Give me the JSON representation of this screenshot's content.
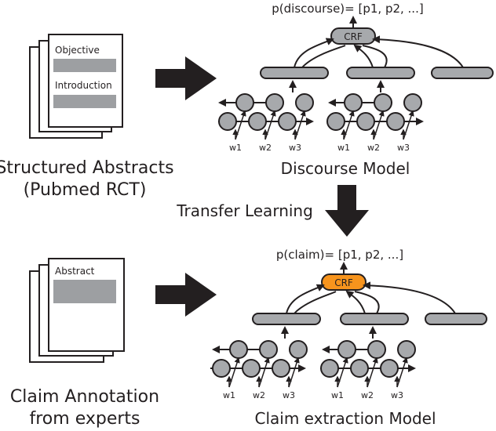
{
  "colors": {
    "ink": "#231f20",
    "gray_block": "#9d9fa2",
    "node_fill": "#a7a9ac",
    "crf_top_fill": "#a7a9ac",
    "crf_bottom_fill": "#f7941d",
    "arrow_fill": "#231f20"
  },
  "top_doc": {
    "label_objective": "Objective",
    "label_introduction": "Introduction"
  },
  "bottom_doc": {
    "label_abstract": "Abstract"
  },
  "left_captions": {
    "structured_line1": "Structured Abstracts",
    "structured_line2": "(Pubmed RCT)",
    "claim_line1": "Claim Annotation",
    "claim_line2": "from experts"
  },
  "top_model": {
    "formula": "p(discourse)= [p1, p2, ...]",
    "crf_label": "CRF",
    "caption": "Discourse Model",
    "word_labels": [
      "w1",
      "w2",
      "w3",
      "w1",
      "w2",
      "w3"
    ]
  },
  "transfer": {
    "label": "Transfer Learning"
  },
  "bottom_model": {
    "formula": "p(claim)= [p1, p2, ...]",
    "crf_label": "CRF",
    "caption": "Claim extraction Model",
    "word_labels": [
      "w1",
      "w2",
      "w3",
      "w1",
      "w2",
      "w3"
    ]
  }
}
